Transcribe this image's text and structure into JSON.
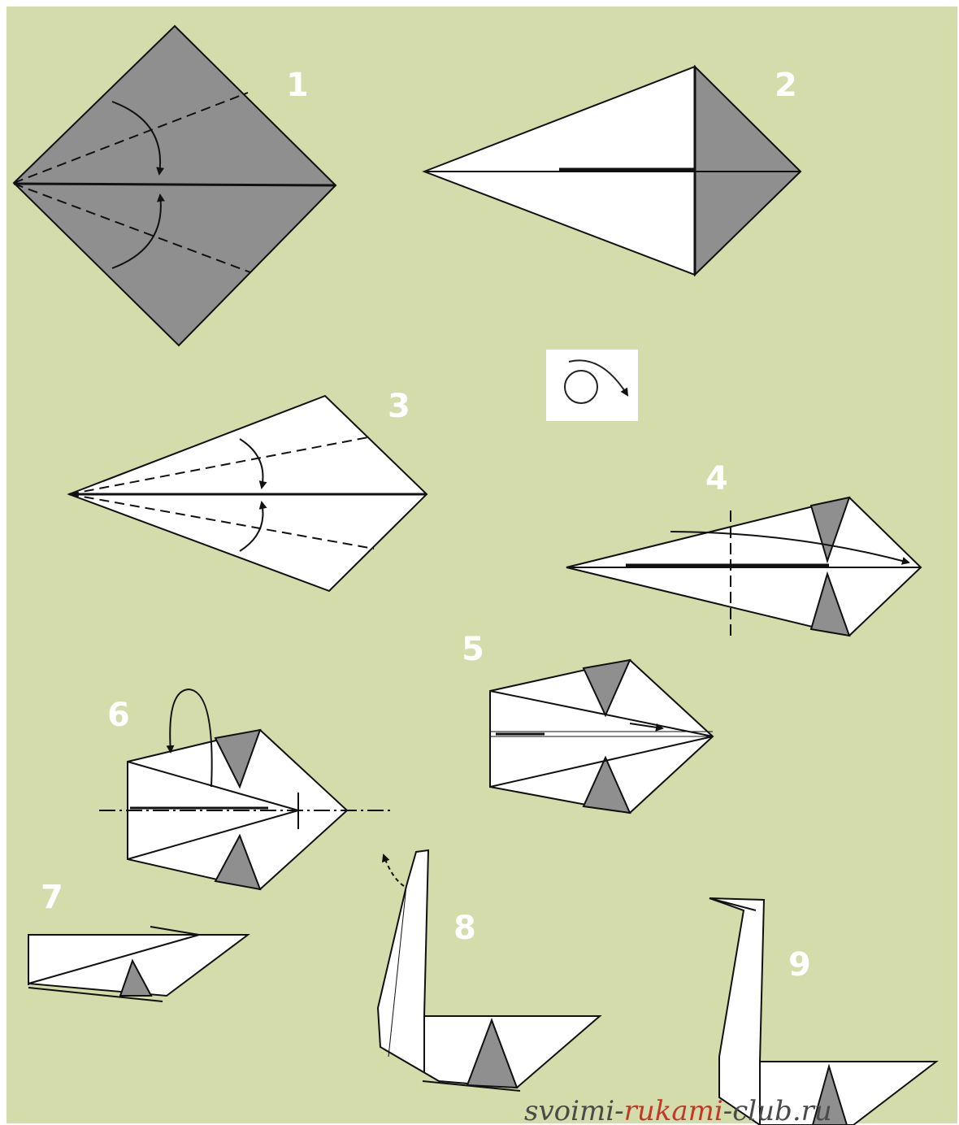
{
  "colors": {
    "background": "#d3dcaa",
    "paper_colored": "#8f8f8f",
    "paper_white": "#ffffff",
    "line": "#111111"
  },
  "steps": [
    "1",
    "2",
    "3",
    "4",
    "5",
    "6",
    "7",
    "8",
    "9"
  ],
  "legend_icon": "turn-over-icon",
  "watermark": {
    "part1": "svoimi-",
    "part2": "rukami",
    "part3": "-club.ru"
  }
}
